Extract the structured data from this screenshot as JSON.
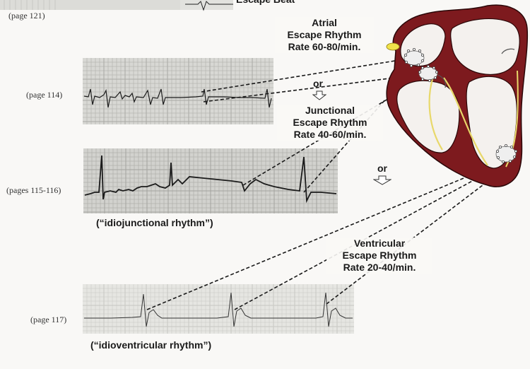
{
  "top": {
    "page_ref": "(page 121)",
    "partial_label": "Escape Beat"
  },
  "strips": [
    {
      "id": "atrial",
      "page_ref": "(page 114)"
    },
    {
      "id": "junctional",
      "page_ref": "(pages 115-116)",
      "caption": "(“idiojunctional rhythm”)"
    },
    {
      "id": "ventricular",
      "page_ref": "(page 117)",
      "caption": "(“idioventricular rhythm”)"
    }
  ],
  "labels": {
    "atrial": {
      "line1": "Atrial",
      "line2": "Escape Rhythm",
      "line3": "Rate 60-80/min."
    },
    "junctional": {
      "line1": "Junctional",
      "line2": "Escape Rhythm",
      "line3": "Rate 40-60/min."
    },
    "ventricular": {
      "line1": "Ventricular",
      "line2": "Escape Rhythm",
      "line3": "Rate 20-40/min."
    }
  },
  "or_text": "or",
  "colors": {
    "myocardium": "#7d1a1e",
    "conduction": "#e8d86a",
    "ecg_paper": "#d6d6d2",
    "ecg_trace": "#1b1b1b"
  }
}
